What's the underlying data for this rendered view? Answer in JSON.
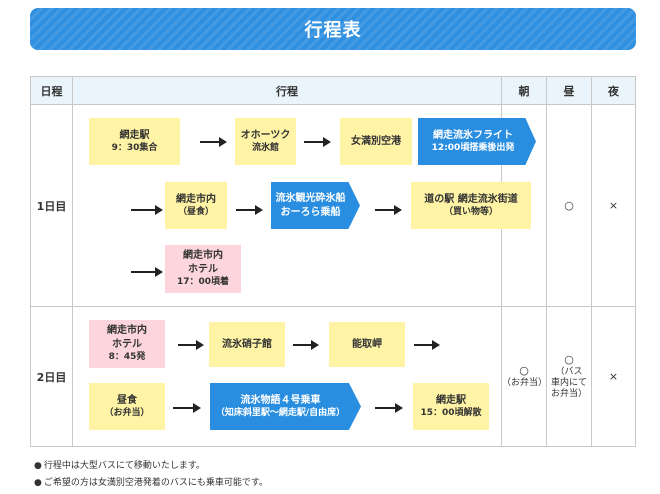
{
  "title": "行程表",
  "headers": {
    "day": "日程",
    "itinerary": "行程",
    "breakfast": "朝",
    "lunch": "昼",
    "dinner": "夜"
  },
  "day1": {
    "label": "1日目",
    "stops": [
      {
        "main": "網走駅",
        "sub": "9：30集合",
        "style": "yellow"
      },
      {
        "main": "オホーツク",
        "sub": "流氷館",
        "style": "yellow"
      },
      {
        "main": "女満別空港",
        "sub": "",
        "style": "yellow"
      },
      {
        "main": "網走流氷フライト",
        "sub": "12:00頃搭乗後出発",
        "style": "blue"
      },
      {
        "main": "網走市内",
        "sub": "（昼食）",
        "style": "yellow"
      },
      {
        "main": "流氷観光砕氷船",
        "sub": "おーろら乗船",
        "style": "blue"
      },
      {
        "main": "道の駅 網走流氷街道",
        "sub": "（買い物等）",
        "style": "yellow"
      },
      {
        "main": "網走市内",
        "sub": "ホテル",
        "sub2": "17：00頃着",
        "style": "pink"
      }
    ],
    "meals": {
      "breakfast": "×",
      "lunch": "○",
      "dinner": "×"
    }
  },
  "day2": {
    "label": "2日目",
    "stops": [
      {
        "main": "網走市内",
        "sub": "ホテル",
        "sub2": "8：45発",
        "style": "pink"
      },
      {
        "main": "流氷硝子館",
        "sub": "",
        "style": "yellow"
      },
      {
        "main": "能取岬",
        "sub": "",
        "style": "yellow"
      },
      {
        "main": "昼食",
        "sub": "（お弁当）",
        "style": "yellow"
      },
      {
        "main": "流氷物語４号乗車",
        "sub": "（知床斜里駅～網走駅/自由席）",
        "style": "blue"
      },
      {
        "main": "網走駅",
        "sub": "15：00頃解散",
        "style": "yellow"
      }
    ],
    "meals": {
      "breakfast": "○",
      "breakfast_note": "（お弁当）",
      "lunch": "○",
      "lunch_note_1": "（バス",
      "lunch_note_2": "車内にて",
      "lunch_note_3": "お弁当）",
      "dinner": "×"
    }
  },
  "notes": {
    "bullet": "●",
    "line1": "行程中は大型バスにて移動いたします。",
    "line2": "ご希望の方は女満別空港発着のバスにも乗車可能です。"
  }
}
